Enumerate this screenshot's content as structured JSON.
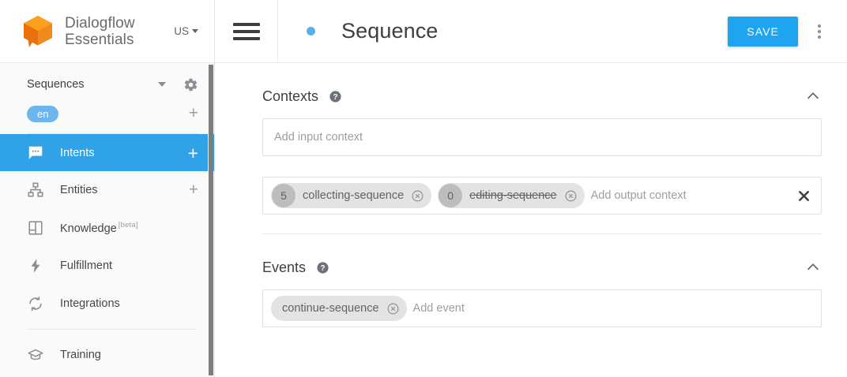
{
  "brand": {
    "name_line1": "Dialogflow",
    "name_line2": "Essentials",
    "region": "US",
    "logo_color": "#ef7c14"
  },
  "sidebar": {
    "agent": {
      "name": "Sequences"
    },
    "language": {
      "code": "en",
      "add_label": "+",
      "pill_color": "#6cb6ed"
    },
    "items": [
      {
        "label": "Intents",
        "icon": "intents-icon",
        "active": true,
        "action": "+"
      },
      {
        "label": "Entities",
        "icon": "entities-icon",
        "active": false,
        "action": "+"
      },
      {
        "label": "Knowledge",
        "icon": "knowledge-icon",
        "badge": "[beta]",
        "active": false
      },
      {
        "label": "Fulfillment",
        "icon": "fulfillment-icon",
        "active": false
      },
      {
        "label": "Integrations",
        "icon": "integrations-icon",
        "active": false
      },
      {
        "label": "Training",
        "icon": "training-icon",
        "active": false
      }
    ],
    "active_color": "#2fa2e8"
  },
  "header": {
    "title": "Sequence",
    "status_dot_color": "#5aaeea",
    "save_label": "SAVE",
    "save_color": "#1fa5f0"
  },
  "contexts": {
    "title": "Contexts",
    "input": {
      "placeholder": "Add input context"
    },
    "output": {
      "placeholder": "Add output context",
      "chips": [
        {
          "lifespan": "5",
          "name": "collecting-sequence",
          "expired": false
        },
        {
          "lifespan": "0",
          "name": "editing-sequence",
          "expired": true
        }
      ]
    }
  },
  "events": {
    "title": "Events",
    "placeholder": "Add event",
    "chips": [
      {
        "name": "continue-sequence"
      }
    ]
  }
}
